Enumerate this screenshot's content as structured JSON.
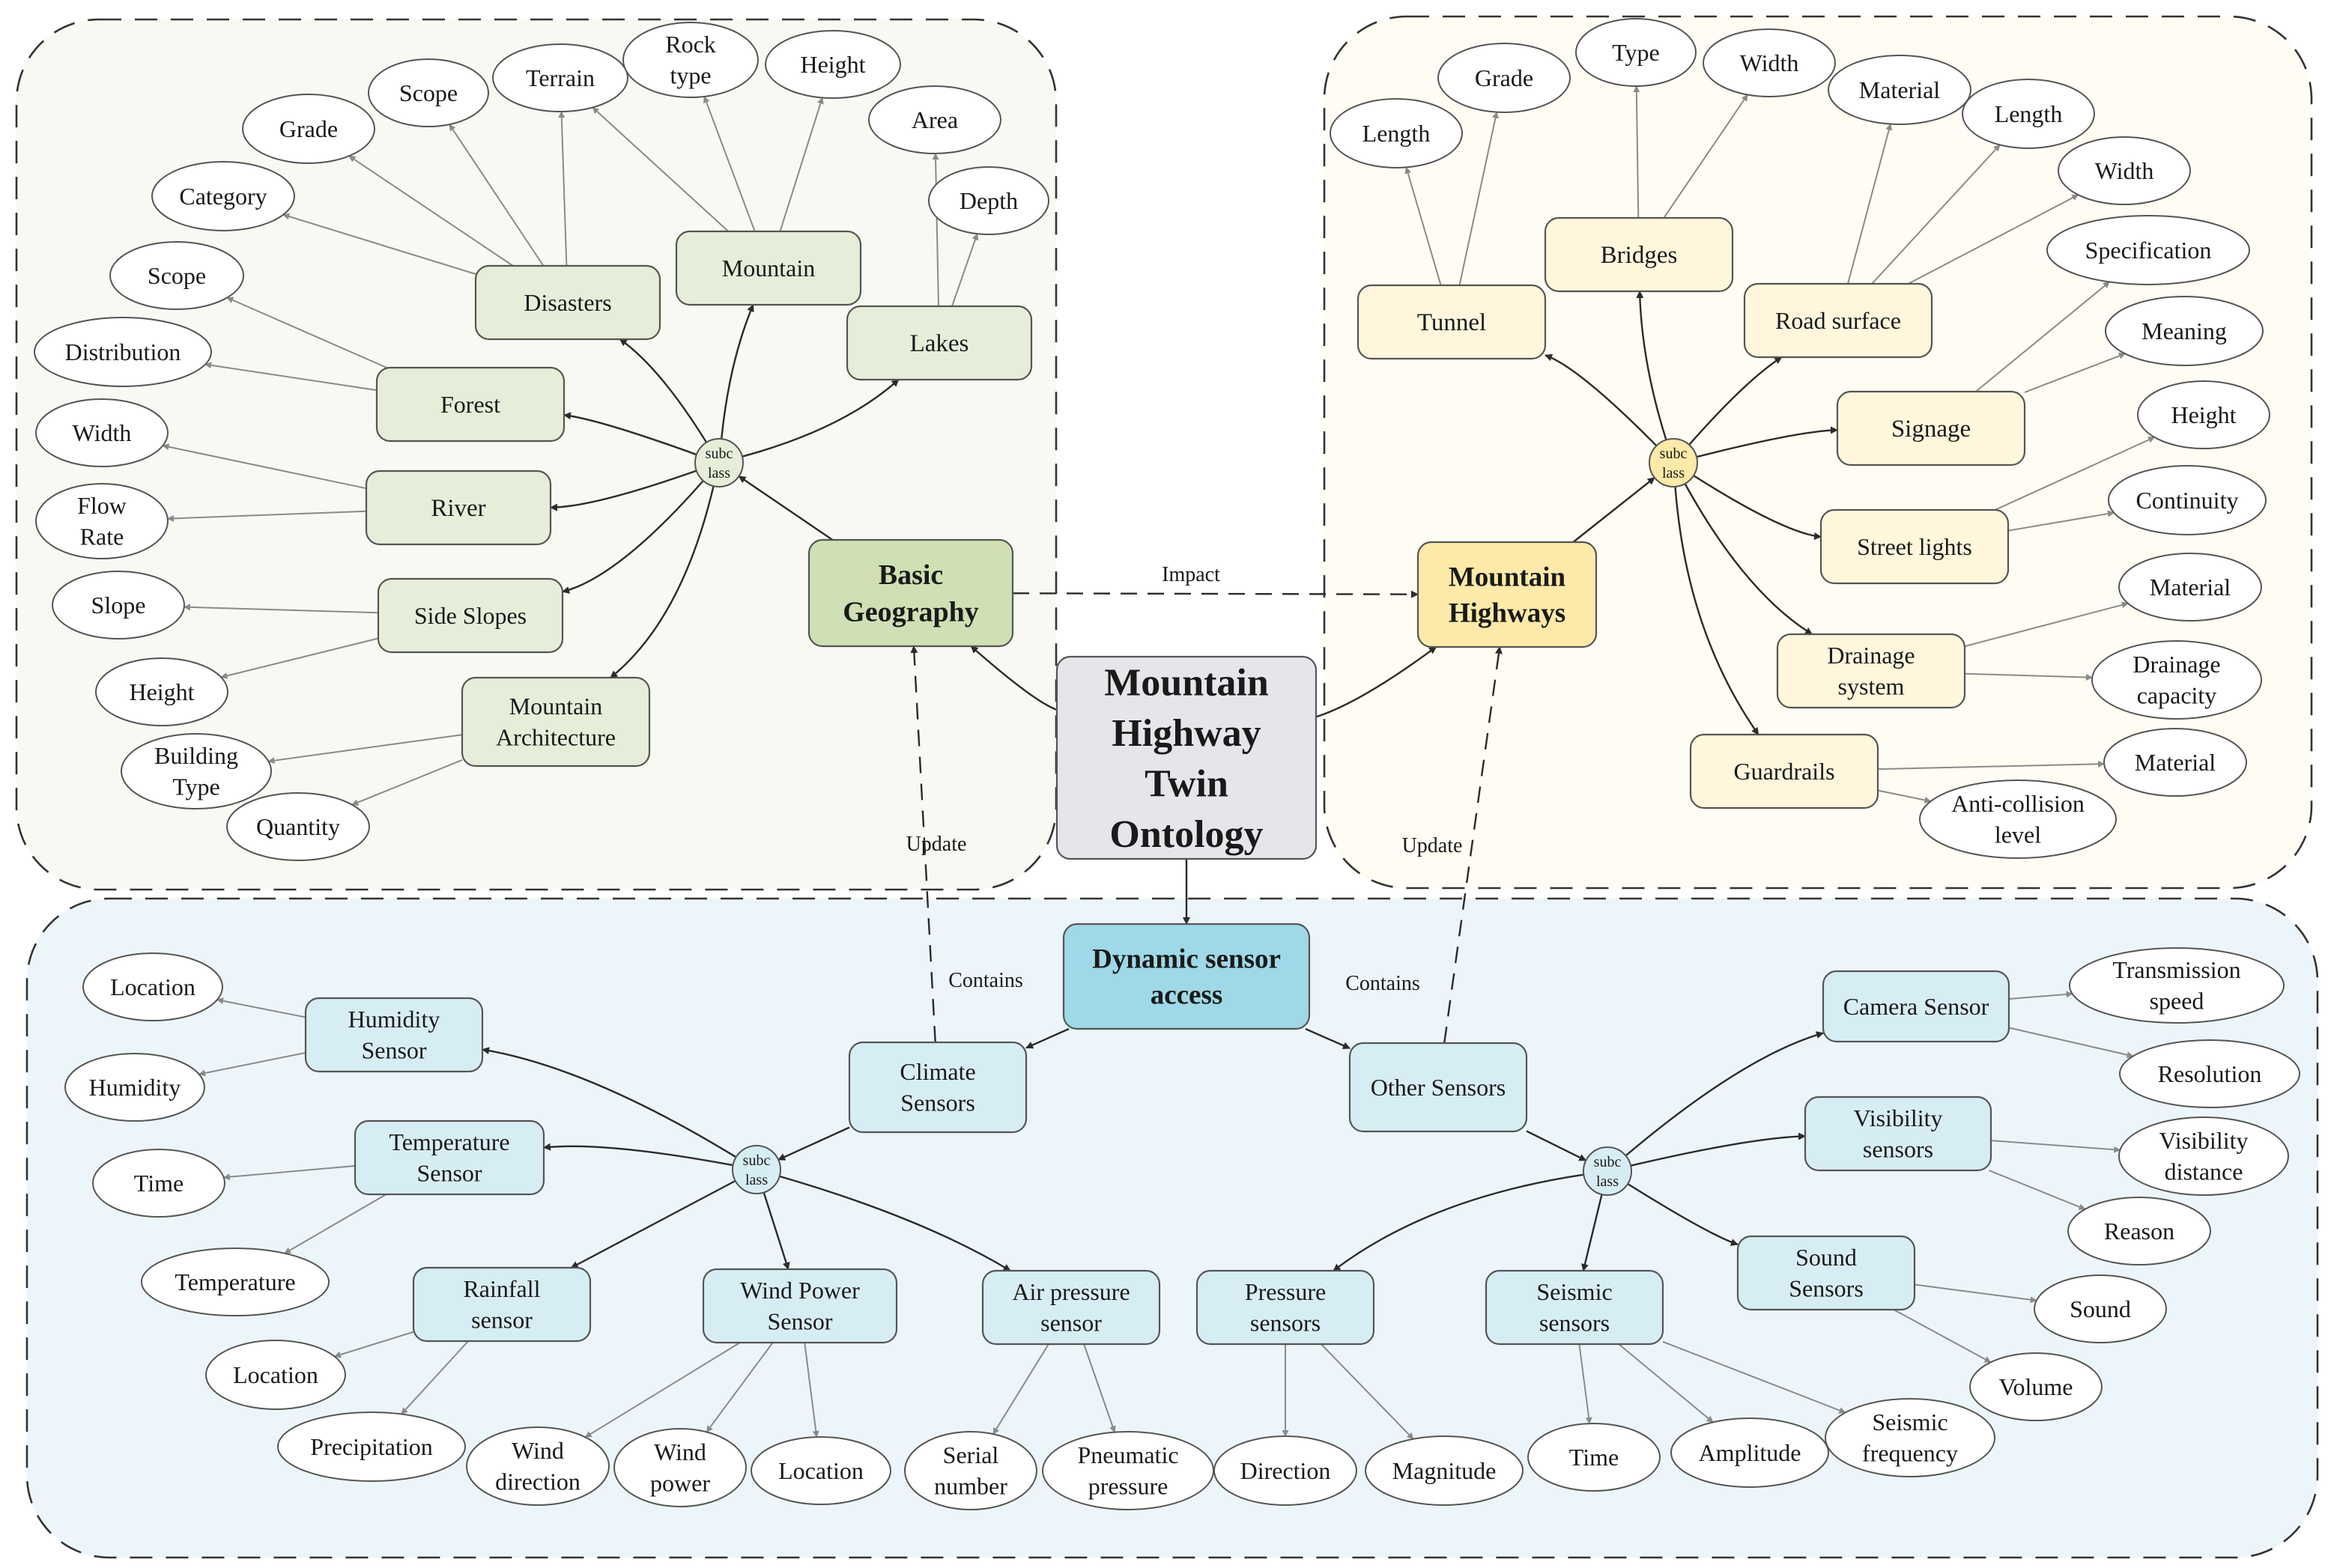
{
  "colors": {
    "geo_fill": "#e6eed9",
    "geo_region": "#f7f9f2",
    "hwy_fill": "#fff6dc",
    "hwy_core": "#fde9a8",
    "hwy_region": "#fffcf3",
    "sensor_fill": "#d7edf4",
    "sensor_core": "#9fd8e6",
    "sensor_region": "#ecf6fa",
    "center_fill": "#e4e6ea",
    "geo_core": "#cfe0b4"
  },
  "nodes": {
    "center": {
      "label": [
        "Mountain",
        "Highway",
        "Twin",
        "Ontology"
      ]
    },
    "basic_geography": {
      "label": [
        "Basic",
        "Geography"
      ]
    },
    "mountain_highways": {
      "label": [
        "Mountain",
        "Highways"
      ]
    },
    "dynamic_sensor": {
      "label": [
        "Dynamic sensor",
        "access"
      ]
    },
    "geo_subclass": {
      "label": [
        "subc",
        "lass"
      ]
    },
    "hwy_subclass": {
      "label": [
        "subc",
        "lass"
      ]
    },
    "climate_subclass": {
      "label": [
        "subc",
        "lass"
      ]
    },
    "other_subclass": {
      "label": [
        "subc",
        "lass"
      ]
    },
    "disasters": {
      "label": [
        "Disasters"
      ]
    },
    "mountain": {
      "label": [
        "Mountain"
      ]
    },
    "lakes": {
      "label": [
        "Lakes"
      ]
    },
    "forest": {
      "label": [
        "Forest"
      ]
    },
    "river": {
      "label": [
        "River"
      ]
    },
    "side_slopes": {
      "label": [
        "Side Slopes"
      ]
    },
    "mountain_architecture": {
      "label": [
        "Mountain",
        "Architecture"
      ]
    },
    "tunnel": {
      "label": [
        "Tunnel"
      ]
    },
    "bridges": {
      "label": [
        "Bridges"
      ]
    },
    "road_surface": {
      "label": [
        "Road surface"
      ]
    },
    "signage": {
      "label": [
        "Signage"
      ]
    },
    "street_lights": {
      "label": [
        "Street lights"
      ]
    },
    "drainage_system": {
      "label": [
        "Drainage",
        "system"
      ]
    },
    "guardrails": {
      "label": [
        "Guardrails"
      ]
    },
    "climate_sensors": {
      "label": [
        "Climate",
        "Sensors"
      ]
    },
    "other_sensors": {
      "label": [
        "Other Sensors"
      ]
    },
    "humidity_sensor": {
      "label": [
        "Humidity",
        "Sensor"
      ]
    },
    "temperature_sensor": {
      "label": [
        "Temperature",
        "Sensor"
      ]
    },
    "rainfall_sensor": {
      "label": [
        "Rainfall",
        "sensor"
      ]
    },
    "wind_power_sensor": {
      "label": [
        "Wind Power",
        "Sensor"
      ]
    },
    "air_pressure_sensor": {
      "label": [
        "Air pressure",
        "sensor"
      ]
    },
    "camera_sensor": {
      "label": [
        "Camera Sensor"
      ]
    },
    "visibility_sensors": {
      "label": [
        "Visibility",
        "sensors"
      ]
    },
    "sound_sensors": {
      "label": [
        "Sound",
        "Sensors"
      ]
    },
    "pressure_sensors": {
      "label": [
        "Pressure",
        "sensors"
      ]
    },
    "seismic_sensors": {
      "label": [
        "Seismic",
        "sensors"
      ]
    },
    "a_grade_geo": {
      "label": [
        "Grade"
      ]
    },
    "a_scope_dis": {
      "label": [
        "Scope"
      ]
    },
    "a_terrain": {
      "label": [
        "Terrain"
      ]
    },
    "a_rock_type": {
      "label": [
        "Rock",
        "type"
      ]
    },
    "a_height_mtn": {
      "label": [
        "Height"
      ]
    },
    "a_area": {
      "label": [
        "Area"
      ]
    },
    "a_depth": {
      "label": [
        "Depth"
      ]
    },
    "a_category": {
      "label": [
        "Category"
      ]
    },
    "a_scope_forest": {
      "label": [
        "Scope"
      ]
    },
    "a_distribution": {
      "label": [
        "Distribution"
      ]
    },
    "a_width_river": {
      "label": [
        "Width"
      ]
    },
    "a_flow_rate": {
      "label": [
        "Flow",
        "Rate"
      ]
    },
    "a_slope": {
      "label": [
        "Slope"
      ]
    },
    "a_height_slope": {
      "label": [
        "Height"
      ]
    },
    "a_building_type": {
      "label": [
        "Building",
        "Type"
      ]
    },
    "a_quantity": {
      "label": [
        "Quantity"
      ]
    },
    "a_length_tunnel": {
      "label": [
        "Length"
      ]
    },
    "a_grade_tunnel": {
      "label": [
        "Grade"
      ]
    },
    "a_type_bridge": {
      "label": [
        "Type"
      ]
    },
    "a_width_bridge": {
      "label": [
        "Width"
      ]
    },
    "a_material_road": {
      "label": [
        "Material"
      ]
    },
    "a_length_road": {
      "label": [
        "Length"
      ]
    },
    "a_width_road": {
      "label": [
        "Width"
      ]
    },
    "a_specification": {
      "label": [
        "Specification"
      ]
    },
    "a_meaning": {
      "label": [
        "Meaning"
      ]
    },
    "a_height_light": {
      "label": [
        "Height"
      ]
    },
    "a_continuity": {
      "label": [
        "Continuity"
      ]
    },
    "a_material_drain": {
      "label": [
        "Material"
      ]
    },
    "a_drainage_capacity": {
      "label": [
        "Drainage",
        "capacity"
      ]
    },
    "a_material_guard": {
      "label": [
        "Material"
      ]
    },
    "a_anti_collision": {
      "label": [
        "Anti-collision",
        "level"
      ]
    },
    "a_location_hum": {
      "label": [
        "Location"
      ]
    },
    "a_humidity": {
      "label": [
        "Humidity"
      ]
    },
    "a_time_temp": {
      "label": [
        "Time"
      ]
    },
    "a_temperature": {
      "label": [
        "Temperature"
      ]
    },
    "a_location_rain": {
      "label": [
        "Location"
      ]
    },
    "a_precipitation": {
      "label": [
        "Precipitation"
      ]
    },
    "a_wind_direction": {
      "label": [
        "Wind",
        "direction"
      ]
    },
    "a_wind_power": {
      "label": [
        "Wind",
        "power"
      ]
    },
    "a_location_wind": {
      "label": [
        "Location"
      ]
    },
    "a_serial_number": {
      "label": [
        "Serial",
        "number"
      ]
    },
    "a_pneumatic_pressure": {
      "label": [
        "Pneumatic",
        "pressure"
      ]
    },
    "a_direction": {
      "label": [
        "Direction"
      ]
    },
    "a_magnitude": {
      "label": [
        "Magnitude"
      ]
    },
    "a_time_seismic": {
      "label": [
        "Time"
      ]
    },
    "a_amplitude": {
      "label": [
        "Amplitude"
      ]
    },
    "a_seismic_frequency": {
      "label": [
        "Seismic",
        "frequency"
      ]
    },
    "a_transmission_speed": {
      "label": [
        "Transmission",
        "speed"
      ]
    },
    "a_resolution": {
      "label": [
        "Resolution"
      ]
    },
    "a_visibility_distance": {
      "label": [
        "Visibility",
        "distance"
      ]
    },
    "a_reason": {
      "label": [
        "Reason"
      ]
    },
    "a_sound": {
      "label": [
        "Sound"
      ]
    },
    "a_volume": {
      "label": [
        "Volume"
      ]
    }
  },
  "edge_labels": {
    "impact": "Impact",
    "update_left": "Update",
    "update_right": "Update",
    "contains_left": "Contains",
    "contains_right": "Contains"
  }
}
